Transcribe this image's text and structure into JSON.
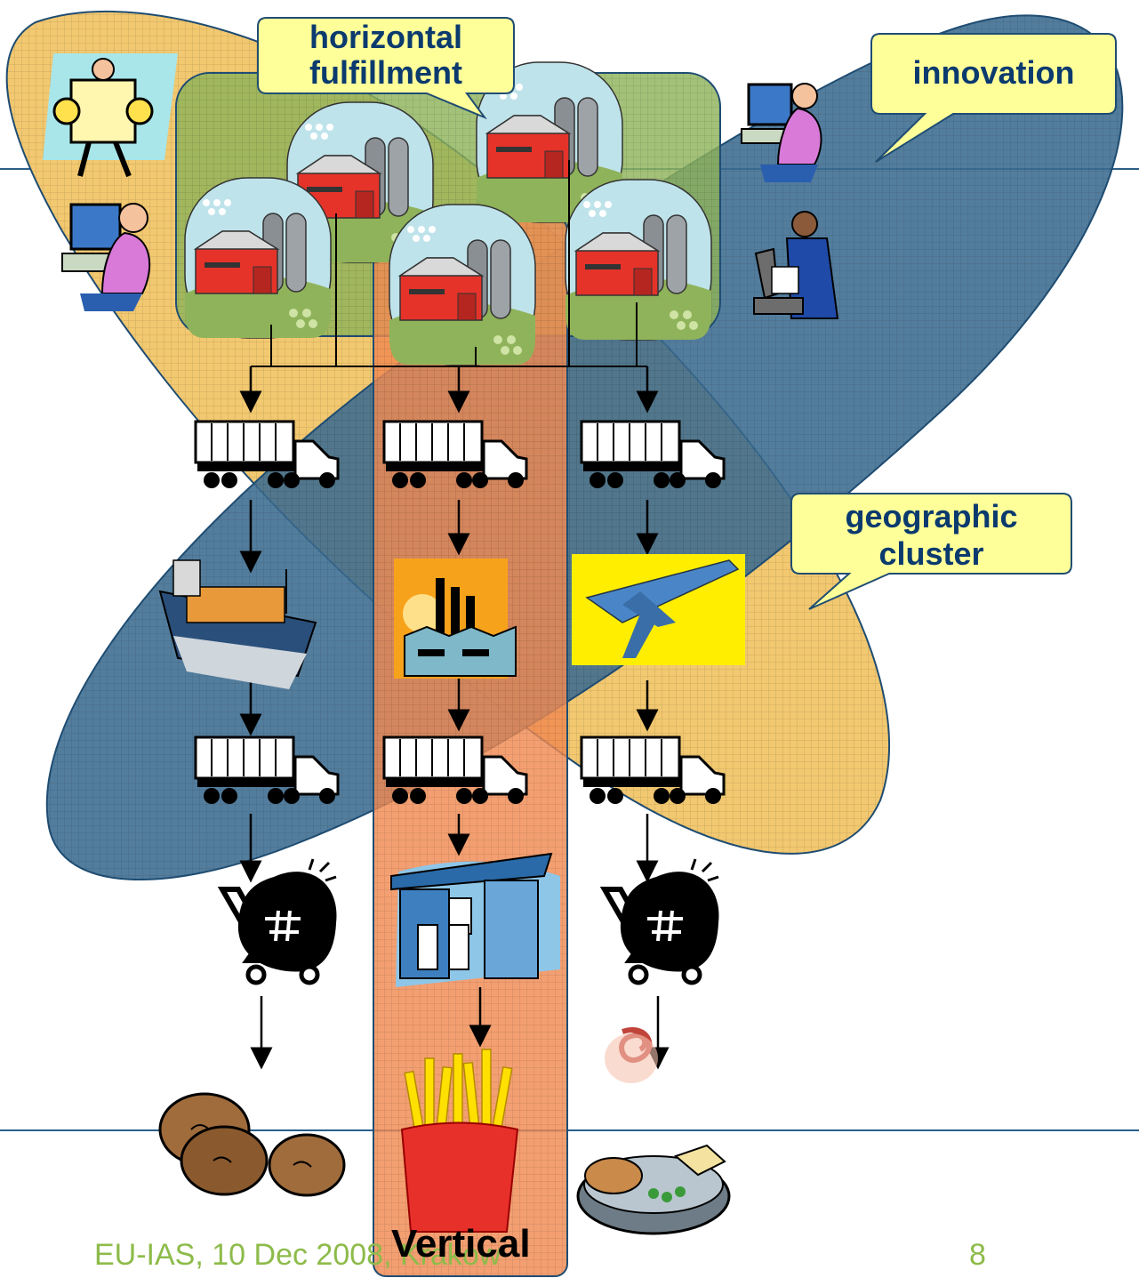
{
  "callouts": {
    "horizontal": [
      "horizontal",
      "fulfillment"
    ],
    "innovation": "innovation",
    "geographic": [
      "geographic",
      "cluster"
    ]
  },
  "labels": {
    "vertical": "Vertical"
  },
  "footer": {
    "left": "EU-IAS, 10 Dec 2008, Krakow",
    "page": "8"
  },
  "colors": {
    "yellow_region": "#f2c870",
    "blue_region": "#3b6b8f",
    "green_region": "#8fb35a",
    "vertical_band": "#f08a52",
    "callout_fill": "#ffff99",
    "callout_text": "#0b3a6e",
    "rule_line": "#2a5f8a",
    "footer_text": "#8dbb4a"
  },
  "icons": [
    "designer-icon",
    "woman-computer-icon",
    "farm-icon",
    "truck-icon",
    "ship-icon",
    "factory-icon",
    "airplane-icon",
    "shopping-cart-icon",
    "gas-station-icon",
    "potatoes-icon",
    "french-fries-icon",
    "meal-icon",
    "scientist-microscope-icon"
  ]
}
